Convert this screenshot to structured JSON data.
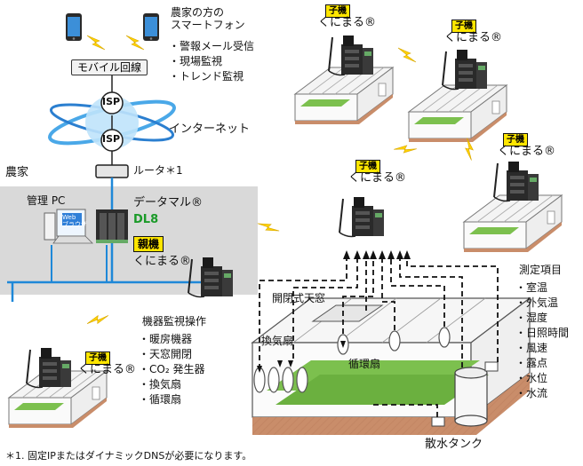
{
  "phone_caption": [
    "農家の方の",
    "スマートフォン"
  ],
  "phone_features": [
    "・警報メール受信",
    "・現場監視",
    "・トレンド監視"
  ],
  "mobile_line": "モバイル回線",
  "isp": "ISP",
  "internet": "インターネット",
  "router": "ルータ＊1",
  "farm_house": "農家",
  "management_pc": "管理 PC",
  "web_browser": [
    "Web",
    "ブラウザ"
  ],
  "data_mal": "データマル®",
  "dl8": "DL8",
  "parent_badge": "親機",
  "kunimaru": "くにまる®",
  "child_badge": "子機",
  "equipment_title": "機器監視操作",
  "equipment_items": [
    "・暖房機器",
    "・天窓開閉",
    "・CO₂ 発生器",
    "・換気扇",
    "・循環扇"
  ],
  "skylight": "開閉式天窓",
  "vent_fan": "換気扇",
  "circ_fan": "循環扇",
  "water_tank": "散水タンク",
  "measure_title": "測定項目",
  "measure_items": [
    "・室温",
    "・外気温",
    "・湿度",
    "・日照時間",
    "・風速",
    "・露点",
    "・水位",
    "・水流"
  ],
  "footnote": "＊1. 固定IPまたはダイナミックDNSが必要になります。",
  "colors": {
    "lan_blue": "#1e88d8",
    "badge_yellow": "#ffe600",
    "bolt_yellow": "#ffd200",
    "farm_gray": "#d9d9d9",
    "plant_green": "#7cc04e",
    "floor_brown": "#c98d6a"
  }
}
